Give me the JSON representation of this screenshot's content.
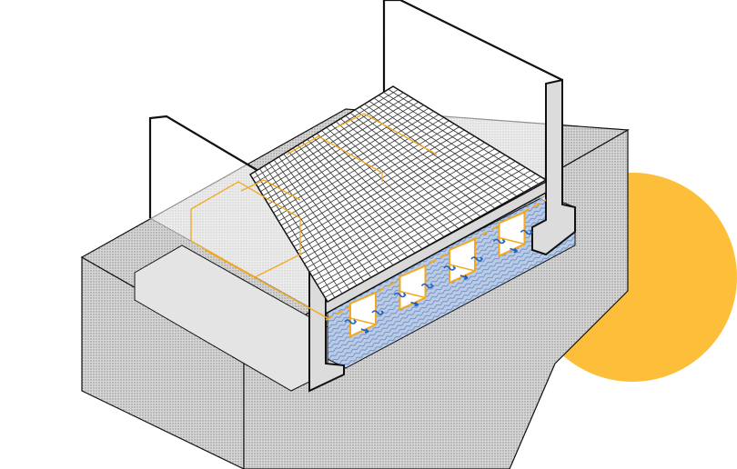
{
  "colors": {
    "accent_circle": "#FDBF3A",
    "concrete": "#D9D9D9",
    "concrete_dark": "#C4C4C4",
    "water": "#A9BEDC",
    "module_outline": "#F2A91E",
    "flow_arrow": "#1F5FBF",
    "line": "#111111",
    "grid": "#333333"
  },
  "modules": [
    {
      "id": 1
    },
    {
      "id": 2
    },
    {
      "id": 3
    },
    {
      "id": 4
    }
  ],
  "grid_divisions": 30
}
